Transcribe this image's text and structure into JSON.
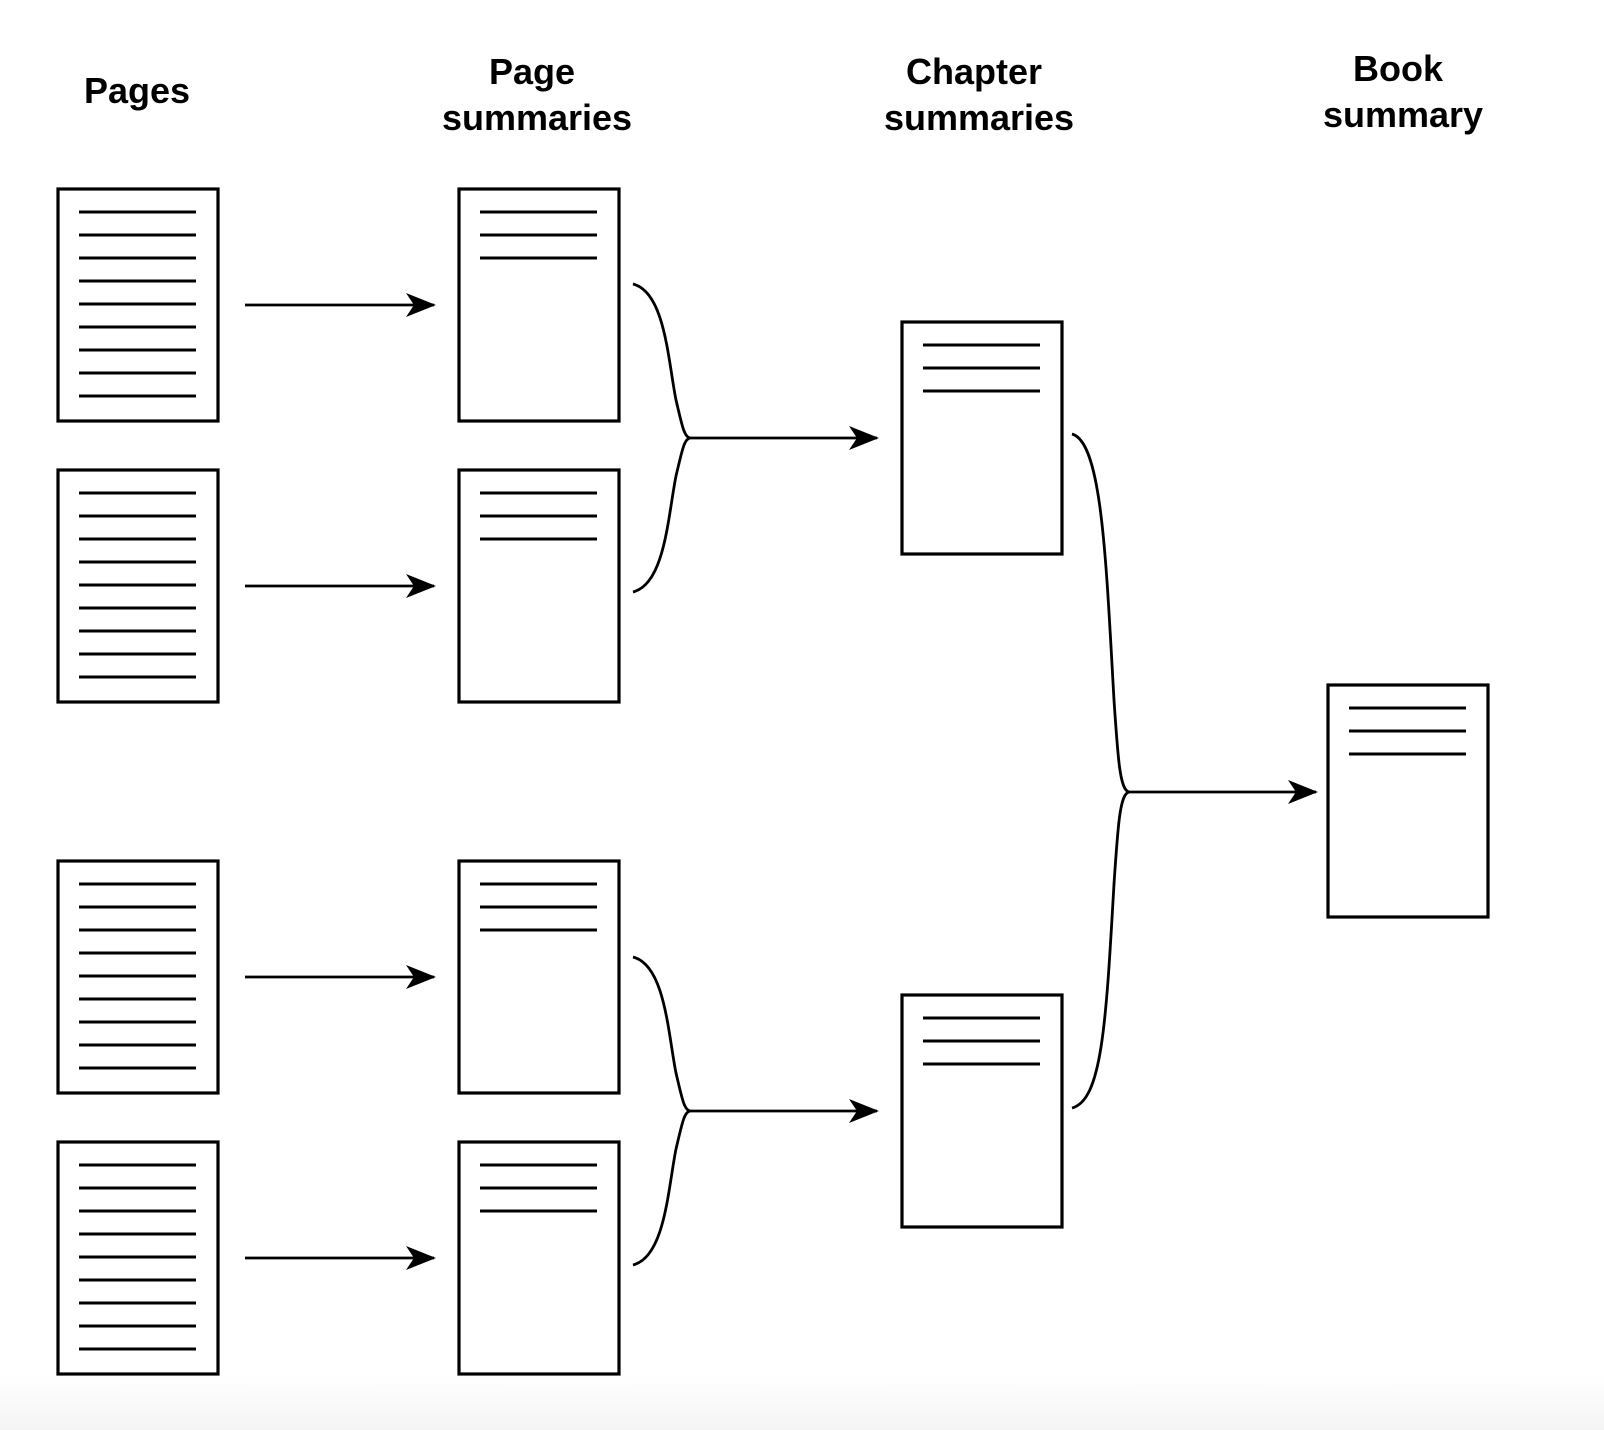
{
  "columns": {
    "pages": {
      "line1": "Pages",
      "line2": ""
    },
    "page_summaries": {
      "line1": "Page",
      "line2": "summaries"
    },
    "chapter_summaries": {
      "line1": "Chapter",
      "line2": "summaries"
    },
    "book_summary": {
      "line1": "Book",
      "line2": "summary"
    }
  },
  "structure": {
    "pages_count": 4,
    "page_summaries_count": 4,
    "chapter_summaries_count": 2,
    "book_summary_count": 1,
    "page_text_lines": 9,
    "summary_text_lines": 3
  },
  "colors": {
    "ink": "#000000",
    "background": "#ffffff"
  }
}
